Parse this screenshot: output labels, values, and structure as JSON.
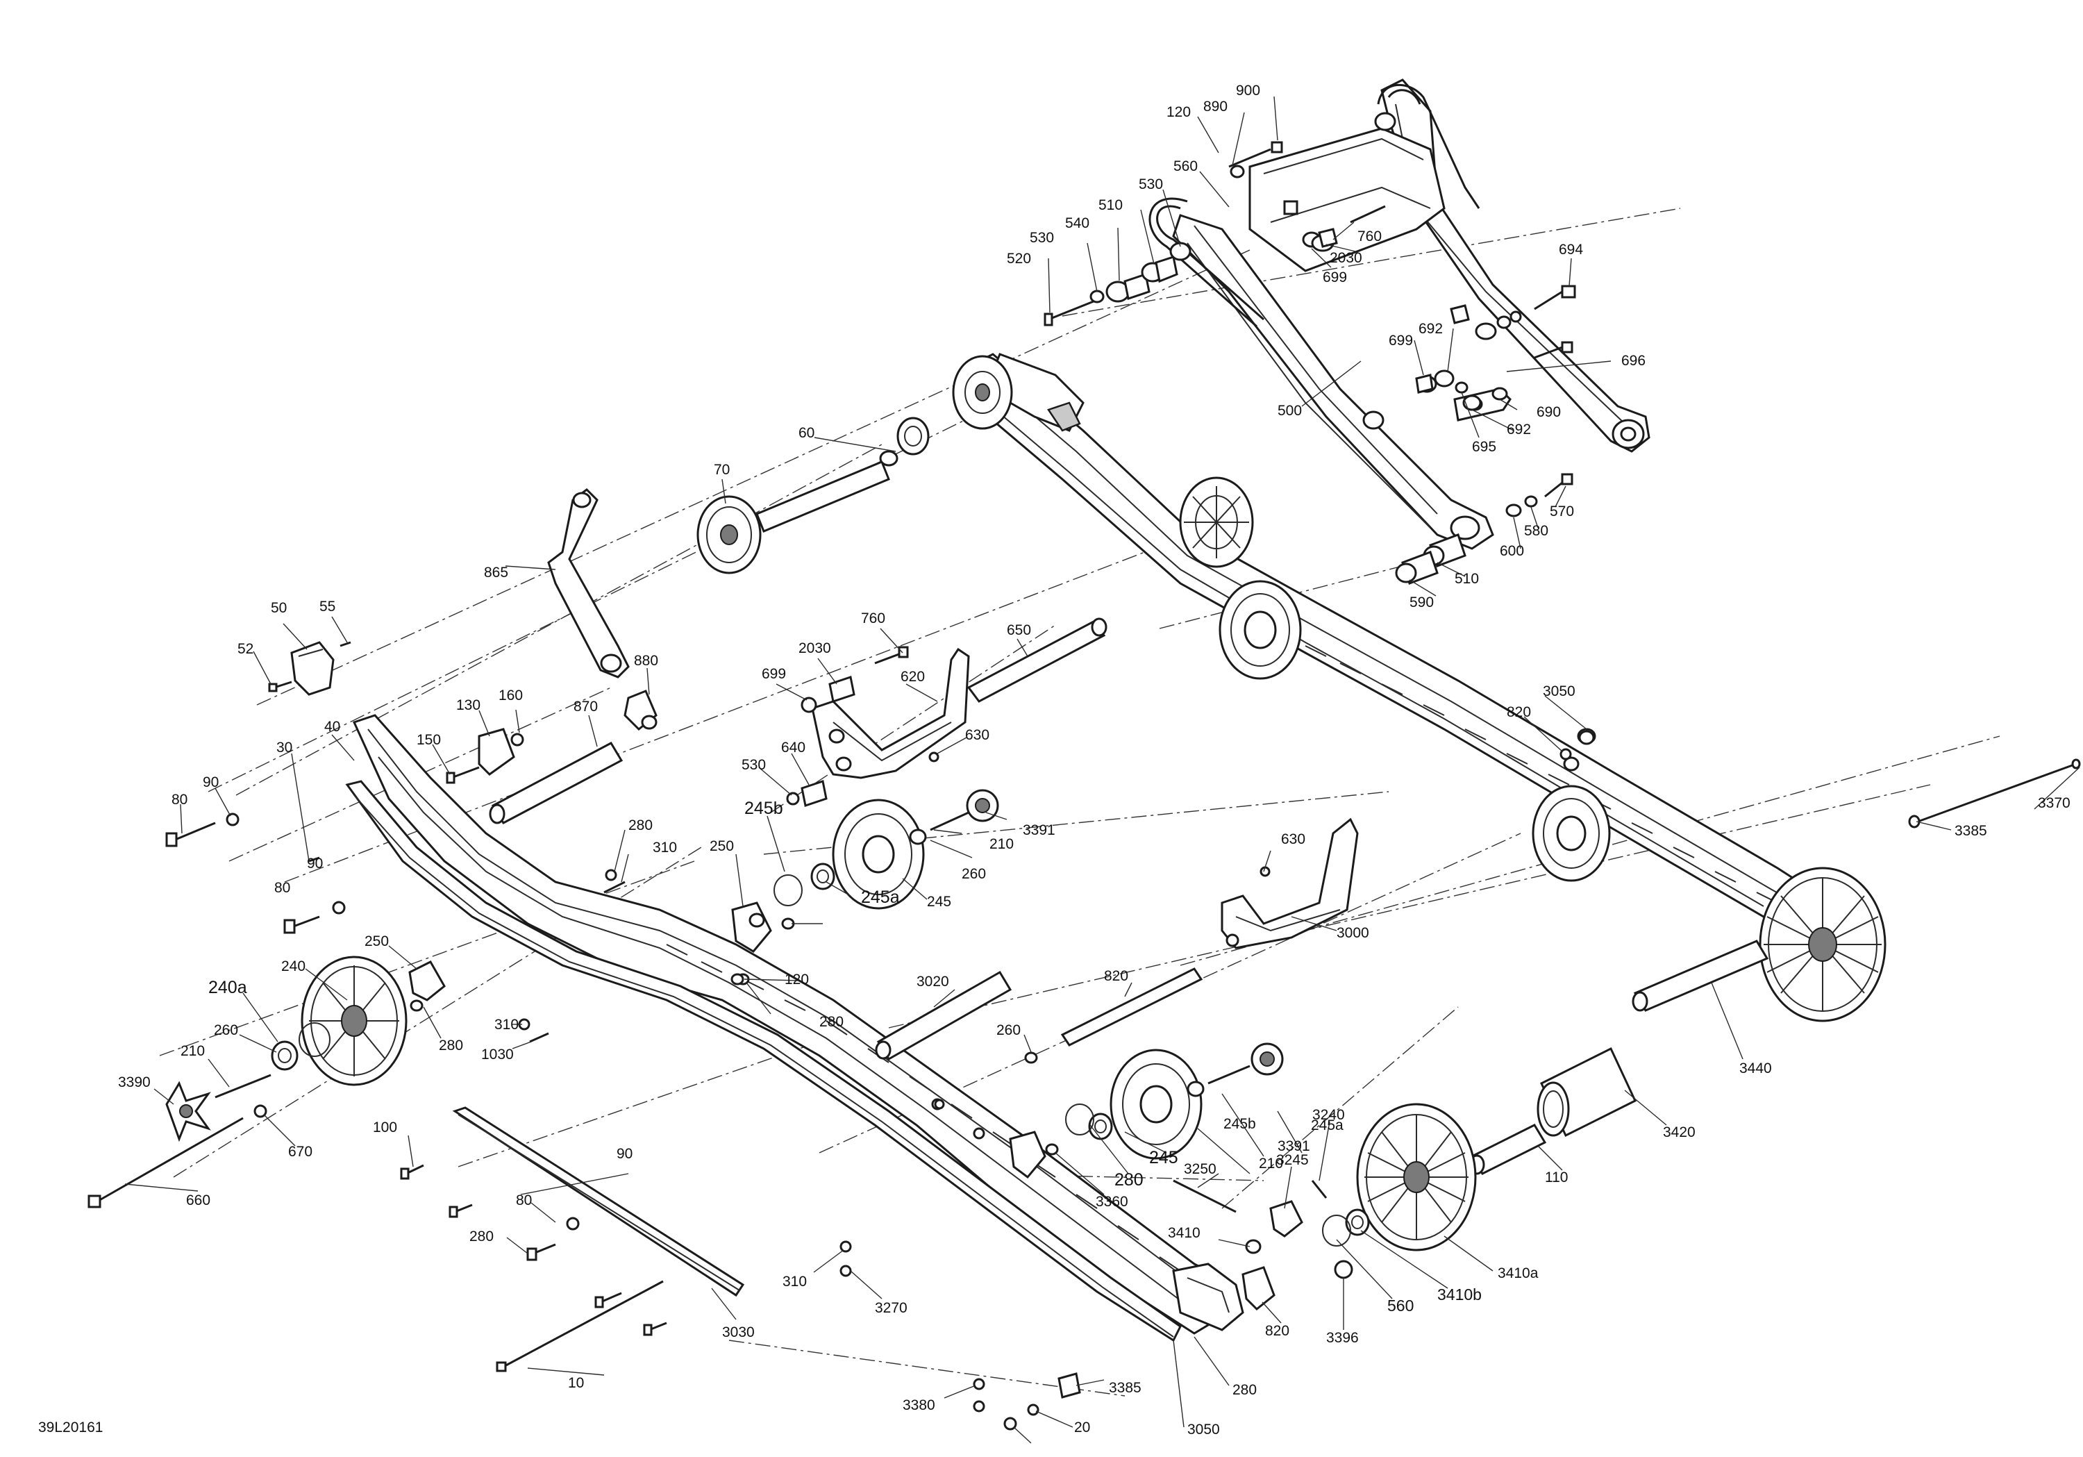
{
  "figure": {
    "id_label": "39L20161",
    "callouts": [
      "120",
      "890",
      "900",
      "560",
      "530",
      "510",
      "540",
      "530",
      "520",
      "760",
      "2030",
      "699",
      "694",
      "699",
      "692",
      "696",
      "690",
      "692",
      "695",
      "500",
      "60",
      "70",
      "865",
      "570",
      "580",
      "600",
      "510",
      "590",
      "50",
      "55",
      "52",
      "760",
      "2030",
      "699",
      "620",
      "650",
      "880",
      "870",
      "160",
      "130",
      "150",
      "40",
      "30",
      "90",
      "80",
      "530",
      "640",
      "630",
      "3050",
      "820",
      "245b",
      "250",
      "280",
      "310",
      "245a",
      "245",
      "260",
      "210",
      "3391",
      "630",
      "3000",
      "3370",
      "3385",
      "80",
      "90",
      "240",
      "250",
      "240a",
      "260",
      "210",
      "3390",
      "670",
      "660",
      "280",
      "120",
      "280",
      "310",
      "1030",
      "3020",
      "820",
      "260",
      "210",
      "3391",
      "245a",
      "245",
      "245b",
      "280",
      "3360",
      "3440",
      "3420",
      "110",
      "100",
      "90",
      "80",
      "280",
      "310",
      "3270",
      "3250",
      "3240",
      "3245",
      "3410",
      "3410a",
      "3410b",
      "560",
      "3396",
      "820",
      "3030",
      "10",
      "280",
      "3380",
      "3385",
      "20",
      "3050"
    ]
  }
}
